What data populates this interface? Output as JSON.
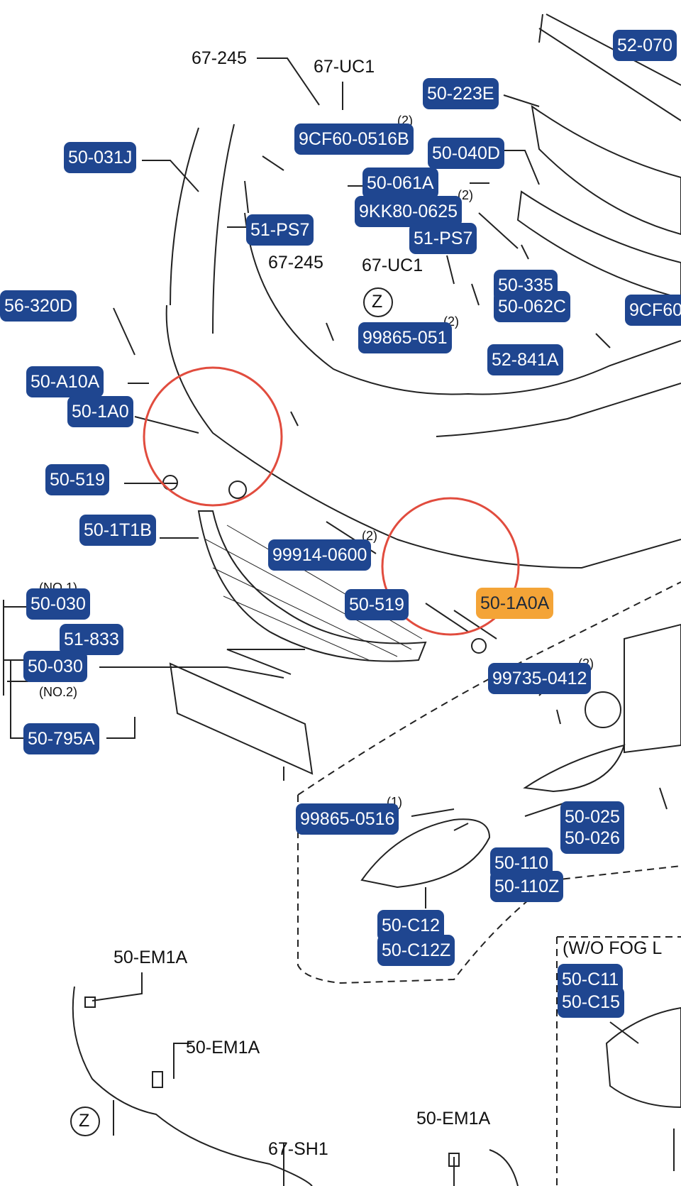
{
  "blue_labels": [
    {
      "id": "50-031J",
      "text": "50-031J"
    },
    {
      "id": "9CF60-0516B",
      "text": "9CF60-0516B"
    },
    {
      "id": "50-223E",
      "text": "50-223E"
    },
    {
      "id": "52-070",
      "text": "52-070"
    },
    {
      "id": "50-040D",
      "text": "50-040D"
    },
    {
      "id": "50-061A",
      "text": "50-061A"
    },
    {
      "id": "9KK80-0625",
      "text": "9KK80-0625"
    },
    {
      "id": "51-PS7a",
      "text": "51-PS7"
    },
    {
      "id": "51-PS7b",
      "text": "51-PS7"
    },
    {
      "id": "50-335",
      "text": "50-335"
    },
    {
      "id": "50-062C",
      "text": "50-062C"
    },
    {
      "id": "9CF60r",
      "text": "9CF60"
    },
    {
      "id": "56-320D",
      "text": "56-320D"
    },
    {
      "id": "99865-051",
      "text": "99865-051"
    },
    {
      "id": "52-841A",
      "text": "52-841A"
    },
    {
      "id": "50-A10A",
      "text": "50-A10A"
    },
    {
      "id": "50-1A0",
      "text": "50-1A0"
    },
    {
      "id": "50-519a",
      "text": "50-519"
    },
    {
      "id": "50-1T1B",
      "text": "50-1T1B"
    },
    {
      "id": "99914-0600",
      "text": "99914-0600"
    },
    {
      "id": "50-030a",
      "text": "50-030"
    },
    {
      "id": "50-519b",
      "text": "50-519"
    },
    {
      "id": "51-833",
      "text": "51-833"
    },
    {
      "id": "50-030b",
      "text": "50-030"
    },
    {
      "id": "99735-0412",
      "text": "99735-0412"
    },
    {
      "id": "50-795A",
      "text": "50-795A"
    },
    {
      "id": "99865-0516",
      "text": "99865-0516"
    },
    {
      "id": "50-110",
      "text": "50-110"
    },
    {
      "id": "50-110Z",
      "text": "50-110Z"
    },
    {
      "id": "50-C12",
      "text": "50-C12"
    },
    {
      "id": "50-C12Z",
      "text": "50-C12Z"
    },
    {
      "id": "50-C11",
      "text": "50-C11"
    },
    {
      "id": "50-C15",
      "text": "50-C15"
    }
  ],
  "pair_labels": {
    "p1": "50-025",
    "p2": "50-026"
  },
  "highlight_label": "50-1A0A",
  "diagram_text": {
    "t1": "67-245",
    "t2": "67-UC1",
    "t3": "67-245",
    "t4": "67-UC1",
    "z1": "Z",
    "z2": "Z",
    "no1": "(NO.1)",
    "no2": "(NO.2)",
    "q1": "(2)",
    "q2": "(2)",
    "q3": "(2)",
    "q4": "(2)",
    "q5": "(2)",
    "q6": "(1)",
    "em1": "50-EM1A",
    "em2": "50-EM1A",
    "em3": "50-EM1A",
    "sh1": "67-SH1",
    "wofog": "(W/O FOG L"
  },
  "colors": {
    "label_bg": "#1f4690",
    "highlight_bg": "#f4a437",
    "circle": "#e14c3e"
  }
}
